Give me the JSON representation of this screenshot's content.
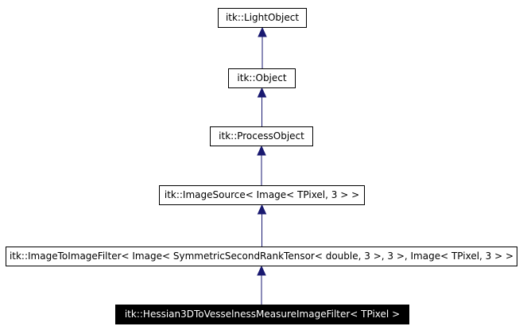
{
  "diagram": {
    "nodes": [
      {
        "id": "light-object",
        "label": "itk::LightObject",
        "current": false
      },
      {
        "id": "object",
        "label": "itk::Object",
        "current": false
      },
      {
        "id": "process-object",
        "label": "itk::ProcessObject",
        "current": false
      },
      {
        "id": "image-source",
        "label": "itk::ImageSource< Image< TPixel, 3 > >",
        "current": false
      },
      {
        "id": "image-to-image-filter",
        "label": "itk::ImageToImageFilter< Image< SymmetricSecondRankTensor< double, 3 >, 3 >, Image< TPixel, 3 > >",
        "current": false
      },
      {
        "id": "hessian-filter",
        "label": "itk::Hessian3DToVesselnessMeasureImageFilter< TPixel >",
        "current": true
      }
    ],
    "edges": [
      {
        "from": "object",
        "to": "light-object"
      },
      {
        "from": "process-object",
        "to": "object"
      },
      {
        "from": "image-source",
        "to": "process-object"
      },
      {
        "from": "image-to-image-filter",
        "to": "image-source"
      },
      {
        "from": "hessian-filter",
        "to": "image-to-image-filter"
      }
    ],
    "colors": {
      "arrow": "#191970",
      "node_border": "#000000",
      "current_fill": "#000000",
      "current_text": "#ffffff"
    }
  }
}
